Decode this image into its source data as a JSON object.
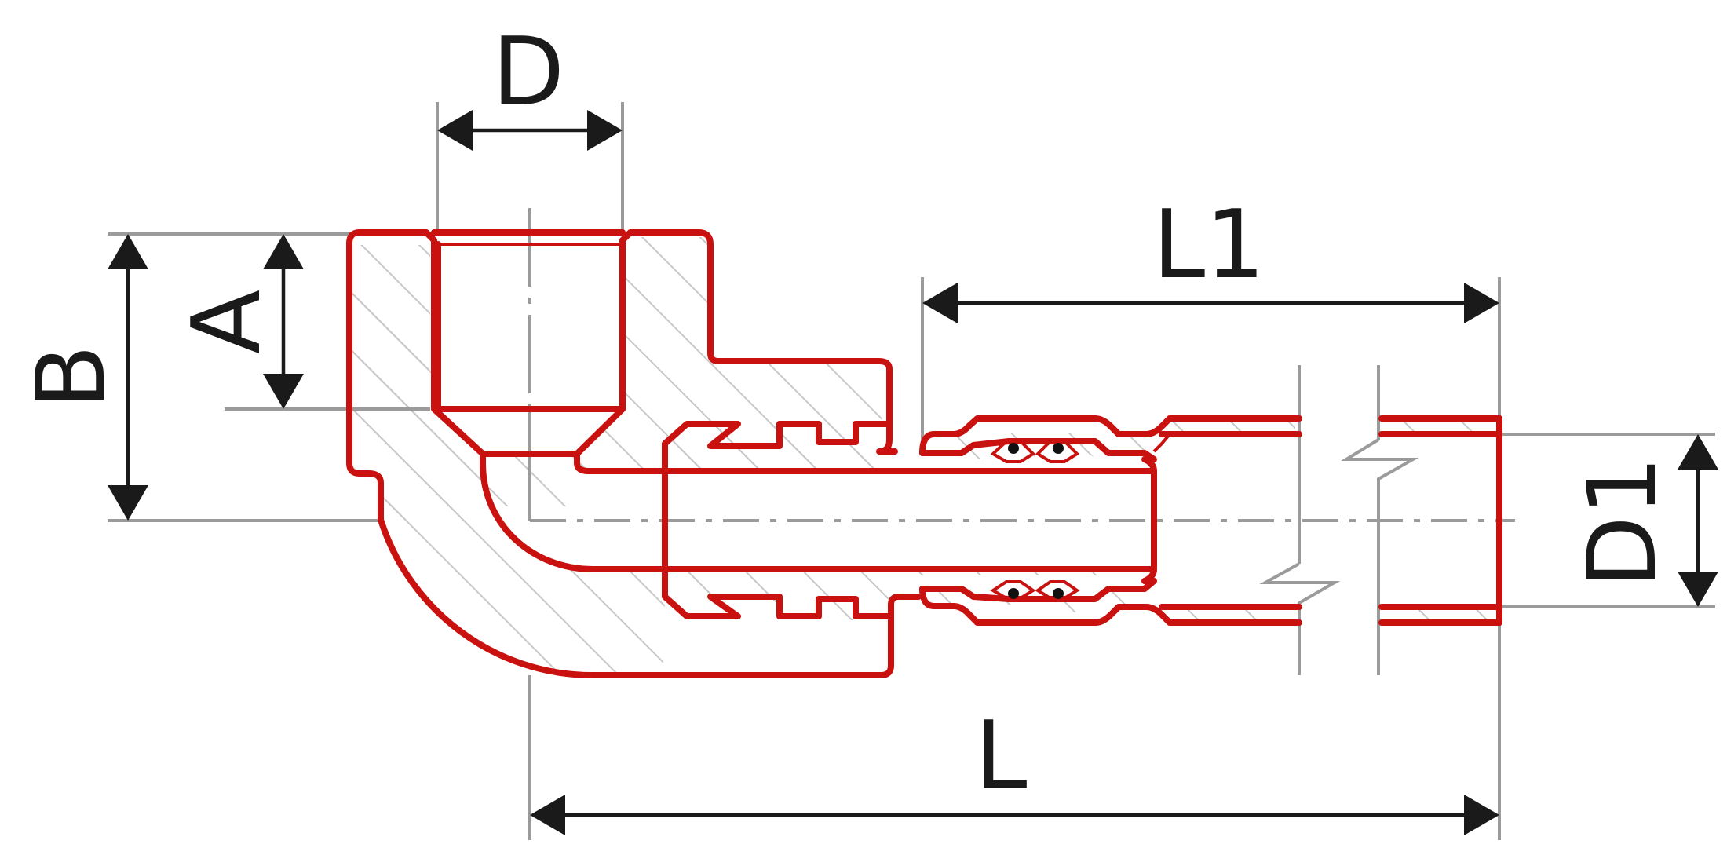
{
  "labels": {
    "D": "D",
    "L1": "L1",
    "A": "A",
    "B": "B",
    "D1": "D1",
    "L": "L"
  },
  "colors": {
    "fitting_outline": "#c9120f",
    "dimension_lines": "#1a1a1a",
    "construction_lines": "#9b9b9b",
    "hatch": "#c8c8c8"
  }
}
